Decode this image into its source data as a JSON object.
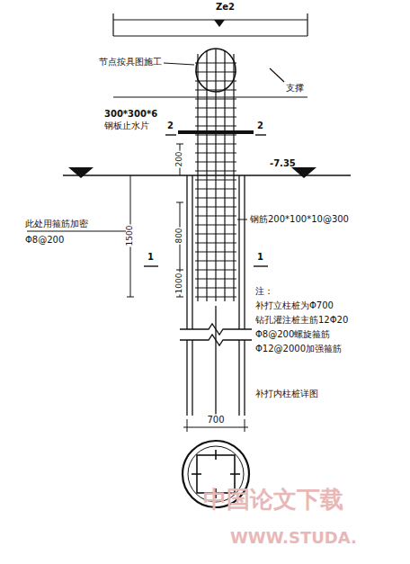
{
  "diagram": {
    "labels": [
      "Ze2",
      "节点按具图施工",
      "支撑",
      "300*300*6",
      "钢板止水片",
      "2",
      "2",
      "200",
      "-7.35",
      "1500",
      "钢筋200*100*10@300",
      "800",
      "1",
      "1",
      "此处用箍筋加密",
      "Φ8@200",
      "1000",
      "注：",
      "补打立柱桩为Φ700",
      "钻孔灌注桩主筋12Φ20",
      "Φ8@200螺旋箍筋",
      "Φ12@2000加强箍筋",
      "补打内柱桩详图",
      "700",
      "中国论文下载",
      "WWW.STUDA."
    ]
  }
}
